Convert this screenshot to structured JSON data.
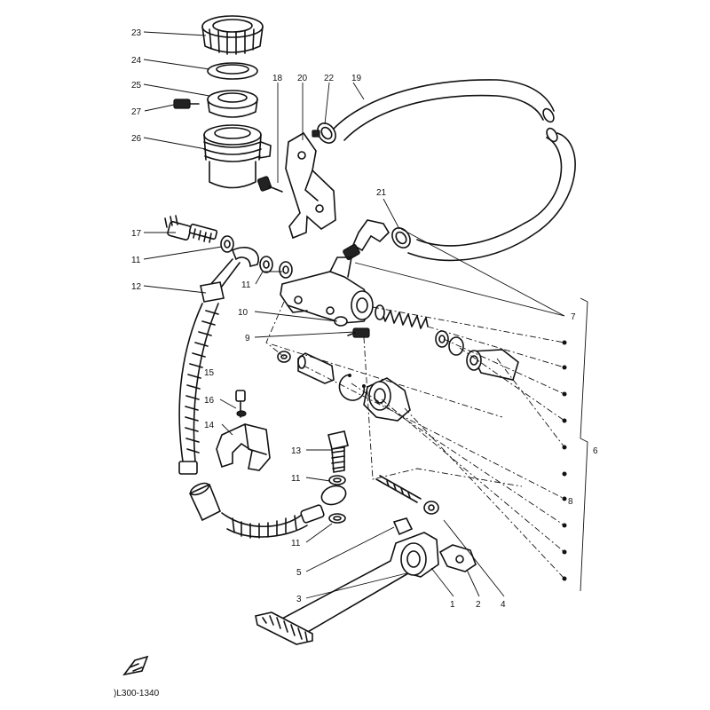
{
  "diagram": {
    "figure_code": ")L300-1340",
    "callouts": [
      {
        "key": "p23",
        "text": "23"
      },
      {
        "key": "p24",
        "text": "24"
      },
      {
        "key": "p25",
        "text": "25"
      },
      {
        "key": "p27",
        "text": "27"
      },
      {
        "key": "p26",
        "text": "26"
      },
      {
        "key": "p18",
        "text": "18"
      },
      {
        "key": "p20",
        "text": "20"
      },
      {
        "key": "p22",
        "text": "22"
      },
      {
        "key": "p19",
        "text": "19"
      },
      {
        "key": "p21",
        "text": "21"
      },
      {
        "key": "p17",
        "text": "17"
      },
      {
        "key": "p11a",
        "text": "11"
      },
      {
        "key": "p11b",
        "text": "11"
      },
      {
        "key": "p12",
        "text": "12"
      },
      {
        "key": "p10",
        "text": "10"
      },
      {
        "key": "p9",
        "text": "9"
      },
      {
        "key": "p7",
        "text": "7"
      },
      {
        "key": "p15",
        "text": "15"
      },
      {
        "key": "p16",
        "text": "16"
      },
      {
        "key": "p14",
        "text": "14"
      },
      {
        "key": "p13",
        "text": "13"
      },
      {
        "key": "p11c",
        "text": "11"
      },
      {
        "key": "p11d",
        "text": "11"
      },
      {
        "key": "p6",
        "text": "6"
      },
      {
        "key": "p8",
        "text": "8"
      },
      {
        "key": "p5",
        "text": "5"
      },
      {
        "key": "p3",
        "text": "3"
      },
      {
        "key": "p1",
        "text": "1"
      },
      {
        "key": "p2",
        "text": "2"
      },
      {
        "key": "p4",
        "text": "4"
      }
    ]
  }
}
